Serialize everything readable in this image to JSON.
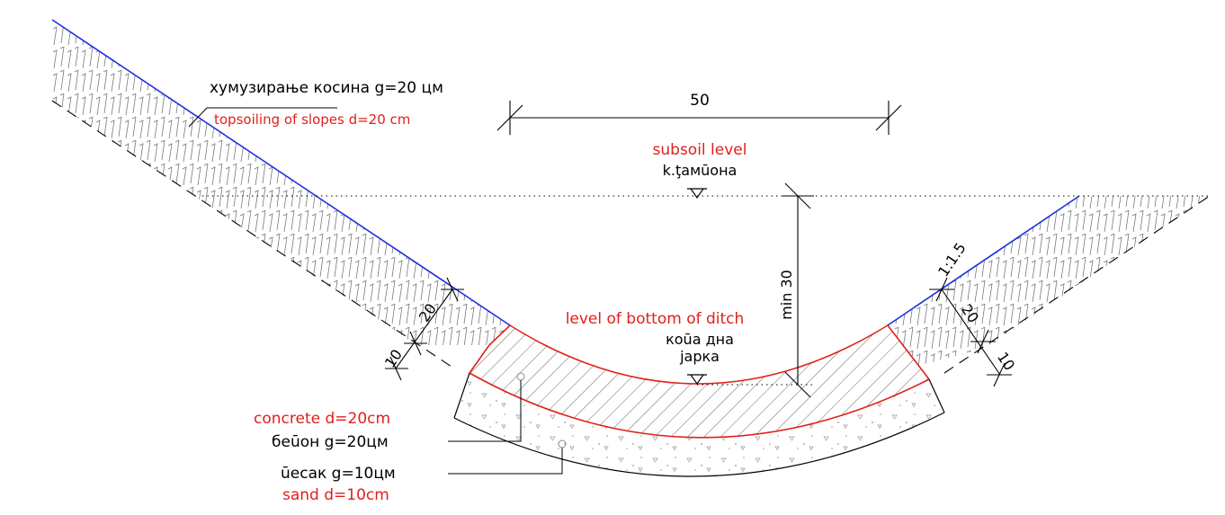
{
  "labels": {
    "topsoil_sr": "хумузирање косина g=20 цм",
    "topsoil_en": "topsoiling of slopes d=20 cm",
    "subsoil_en": "subsoil level",
    "subsoil_sr": "k.ţамūона",
    "bottom_en": "level of bottom of ditch",
    "bottom_sr_1": "коūа дна",
    "bottom_sr_2": "јарка",
    "concrete_en": "concrete d=20cm",
    "concrete_sr": "беūон g=20цм",
    "sand_sr": "ūесак g=10цм",
    "sand_en": "sand d=10cm"
  },
  "dimensions": {
    "width_top": "50",
    "depth_min": "min 30",
    "slope_ratio": "1:1.5",
    "left_topsoil": "20",
    "left_sand": "10",
    "right_topsoil": "20",
    "right_sand": "10"
  },
  "colors": {
    "ink": "#000000",
    "annotation": "#e0201c",
    "concrete_outline": "#e0201c",
    "topsoil_line": "#1f2fe0"
  }
}
